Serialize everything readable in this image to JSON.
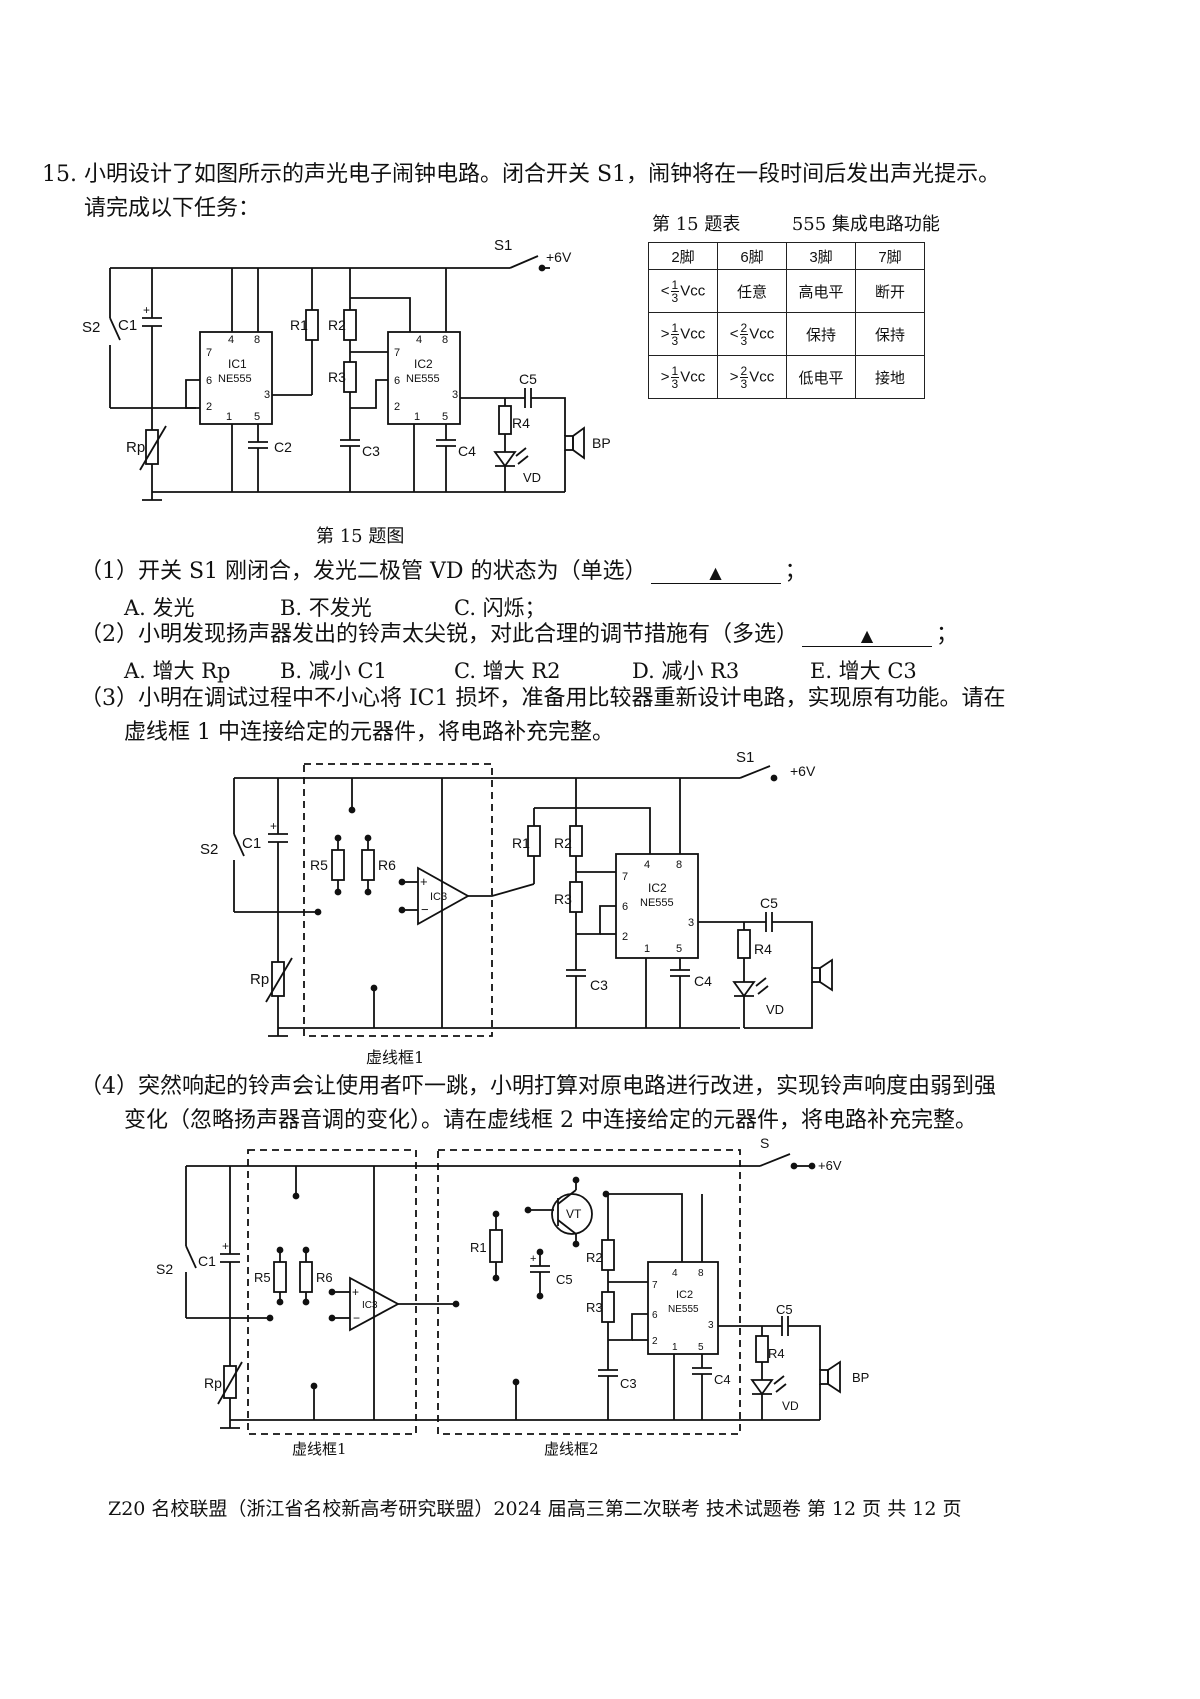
{
  "question": {
    "number": "15.",
    "intro_line1": "小明设计了如图所示的声光电子闹钟电路。闭合开关 S1，闹钟将在一段时间后发出声光提示。",
    "intro_line2": "请完成以下任务："
  },
  "table": {
    "title_left": "第 15 题表",
    "title_right": "555 集成电路功能",
    "headers": [
      "2脚",
      "6脚",
      "3脚",
      "7脚"
    ],
    "rows": [
      {
        "pin2_op": "<",
        "pin2_frac": [
          "1",
          "3"
        ],
        "pin2_unit": "Vcc",
        "pin6": "任意",
        "pin3": "高电平",
        "pin7": "断开"
      },
      {
        "pin2_op": ">",
        "pin2_frac": [
          "1",
          "3"
        ],
        "pin2_unit": "Vcc",
        "pin6_op": "<",
        "pin6_frac": [
          "2",
          "3"
        ],
        "pin6_unit": "Vcc",
        "pin3": "保持",
        "pin7": "保持"
      },
      {
        "pin2_op": ">",
        "pin2_frac": [
          "1",
          "3"
        ],
        "pin2_unit": "Vcc",
        "pin6_op": ">",
        "pin6_frac": [
          "2",
          "3"
        ],
        "pin6_unit": "Vcc",
        "pin3": "低电平",
        "pin7": "接地"
      }
    ]
  },
  "figure1": {
    "caption": "第 15 题图",
    "labels": {
      "s1": "S1",
      "vcc": "+6V",
      "s2": "S2",
      "c1": "C1",
      "rp": "Rp",
      "r1": "R1",
      "r2": "R2",
      "r3": "R3",
      "r4": "R4",
      "c2": "C2",
      "c3": "C3",
      "c4": "C4",
      "c5": "C5",
      "vd": "VD",
      "bp": "BP",
      "ic1": "IC1",
      "ic2": "IC2",
      "chip": "NE555"
    }
  },
  "sub1": {
    "text": "（1）开关 S1 刚闭合，发光二极管 VD 的状态为（单选）",
    "blank": "▲",
    "end": "；",
    "options": [
      "A. 发光",
      "B. 不发光",
      "C. 闪烁；"
    ]
  },
  "sub2": {
    "text": "（2）小明发现扬声器发出的铃声太尖锐，对此合理的调节措施有（多选）",
    "blank": "▲",
    "end": "；",
    "options": [
      "A. 增大 Rp",
      "B. 减小 C1",
      "C. 增大 R2",
      "D. 减小 R3",
      "E. 增大 C3"
    ]
  },
  "sub3": {
    "line1": "（3）小明在调试过程中不小心将 IC1 损坏，准备用比较器重新设计电路，实现原有功能。请在",
    "line2": "虚线框 1 中连接给定的元器件，将电路补充完整。"
  },
  "figure2": {
    "box_label": "虚线框1",
    "labels": {
      "s1": "S1",
      "vcc": "+6V",
      "s2": "S2",
      "c1": "C1",
      "rp": "Rp",
      "r5": "R5",
      "r6": "R6",
      "ic3": "IC3",
      "r1": "R1",
      "r2": "R2",
      "r3": "R3",
      "r4": "R4",
      "c3": "C3",
      "c4": "C4",
      "c5": "C5",
      "vd": "VD",
      "ic2": "IC2",
      "chip": "NE555"
    }
  },
  "sub4": {
    "line1": "（4）突然响起的铃声会让使用者吓一跳，小明打算对原电路进行改进，实现铃声响度由弱到强",
    "line2": "变化（忽略扬声器音调的变化）。请在虚线框 2 中连接给定的元器件，将电路补充完整。"
  },
  "figure3": {
    "box1_label": "虚线框1",
    "box2_label": "虚线框2",
    "labels": {
      "s": "S",
      "vcc": "+6V",
      "s2": "S2",
      "c1": "C1",
      "rp": "Rp",
      "r5": "R5",
      "r6": "R6",
      "ic3": "IC3",
      "r1": "R1",
      "vt": "VT",
      "c5a": "C5",
      "r2": "R2",
      "r3": "R3",
      "r4": "R4",
      "c3": "C3",
      "c4": "C4",
      "c5b": "C5",
      "vd": "VD",
      "bp": "BP",
      "ic2": "IC2",
      "chip": "NE555"
    }
  },
  "footer": "Z20 名校联盟（浙江省名校新高考研究联盟）2024 届高三第二次联考  技术试题卷  第 12 页 共 12 页"
}
